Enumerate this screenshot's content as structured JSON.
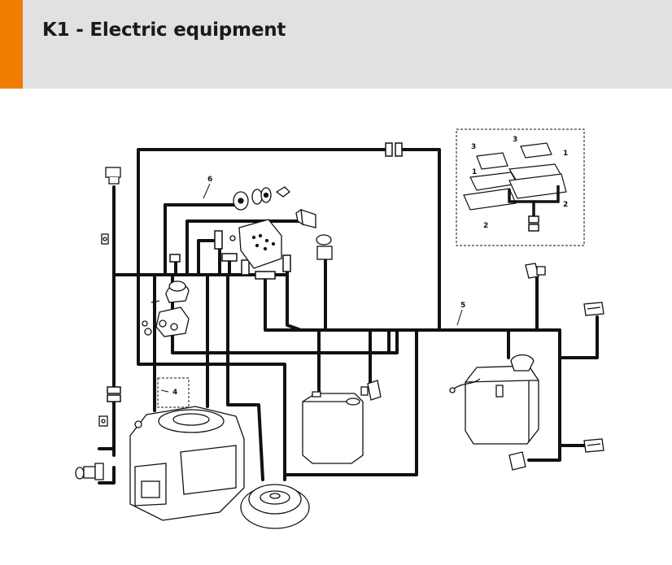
{
  "header": {
    "title": "K1 - Electric equipment",
    "accent_color": "#f07c00",
    "background_color": "#e1e1e1"
  },
  "diagram": {
    "callouts": {
      "harness_main": "5",
      "ignition_switch": "6",
      "relay_box": "4",
      "inset_top_left": "3",
      "inset_top_right": "3",
      "inset_right": "1",
      "inset_left": "1",
      "inset_bottom_right": "2",
      "inset_bottom_left": "2"
    }
  }
}
